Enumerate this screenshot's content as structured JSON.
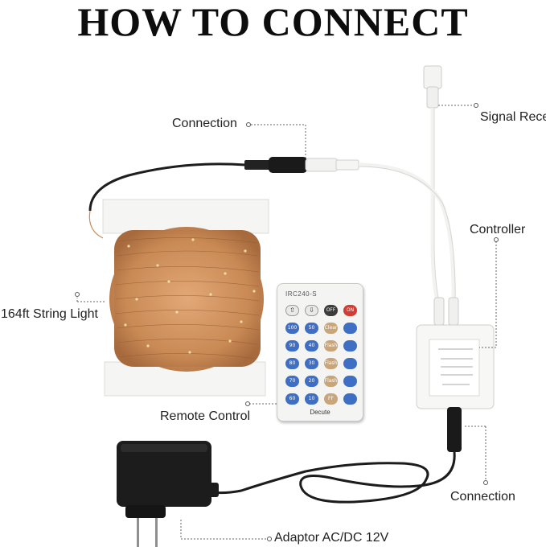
{
  "title": "HOW TO CONNECT",
  "labels": {
    "connection_top": "Connection",
    "signal_receiver": "Signal Receiver",
    "controller": "Controller",
    "string_light": "164ft String Light",
    "remote_control": "Remote Control",
    "connection_bottom": "Connection",
    "adaptor": "Adaptor AC/DC 12V"
  },
  "remote": {
    "model": "IRC240-S",
    "brand": "Decute",
    "rows": [
      [
        {
          "t": "⇧",
          "c": "arrow"
        },
        {
          "t": "⇩",
          "c": "arrow"
        },
        {
          "t": "OFF",
          "c": "off"
        },
        {
          "t": "ON",
          "c": "on"
        }
      ],
      [
        {
          "t": "100",
          "c": "blue"
        },
        {
          "t": "50",
          "c": "blue"
        },
        {
          "t": "Clear",
          "c": "tan"
        },
        {
          "t": "",
          "c": "blue"
        }
      ],
      [
        {
          "t": "90",
          "c": "blue"
        },
        {
          "t": "40",
          "c": "blue"
        },
        {
          "t": "Flash",
          "c": "tan"
        },
        {
          "t": "",
          "c": "blue"
        }
      ],
      [
        {
          "t": "80",
          "c": "blue"
        },
        {
          "t": "30",
          "c": "blue"
        },
        {
          "t": "Flash",
          "c": "tan"
        },
        {
          "t": "",
          "c": "blue"
        }
      ],
      [
        {
          "t": "70",
          "c": "blue"
        },
        {
          "t": "20",
          "c": "blue"
        },
        {
          "t": "Flash",
          "c": "tan"
        },
        {
          "t": "",
          "c": "blue"
        }
      ],
      [
        {
          "t": "60",
          "c": "blue"
        },
        {
          "t": "10",
          "c": "blue"
        },
        {
          "t": "FF",
          "c": "tan"
        },
        {
          "t": "",
          "c": "blue"
        }
      ]
    ]
  },
  "colors": {
    "copper_wire": "#c98a55",
    "cable_black": "#1e1e1e",
    "cable_white": "#f2f2f0",
    "leader": "#666666"
  }
}
